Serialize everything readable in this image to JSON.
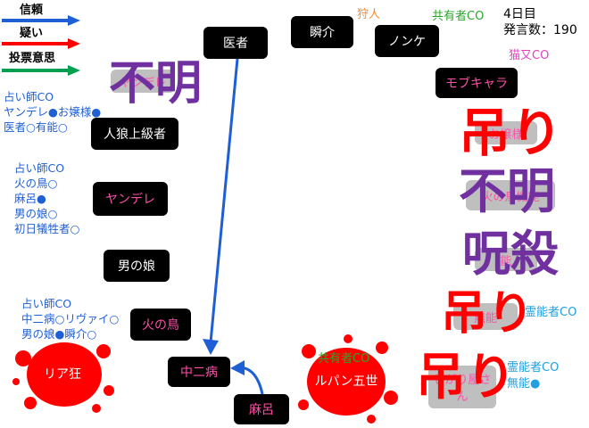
{
  "legend": {
    "trust_label": "信頼",
    "doubt_label": "疑い",
    "vote_label": "投票意思",
    "colors": {
      "trust": "#1f5fd6",
      "doubt": "#ff0000",
      "vote": "#00a050"
    }
  },
  "status": {
    "day": "4日目",
    "remarks": "発言数：190"
  },
  "players": {
    "isha": "医者",
    "shunsuke": "瞬介",
    "nonke": "ノンケ",
    "mob": "モブキャラ",
    "jinrou": "人狼上級者",
    "yandere": "ヤンデレ",
    "otokonoko": "男の娘",
    "hinotori": "火の鳥",
    "chuuni": "中二病",
    "mamaro": "麻呂",
    "lupin": "ルパン五世",
    "riakyou": "リア狂",
    "gray1": "ヤンデレ",
    "gray2": "お嬢様",
    "gray3": "火の鳥機能",
    "gray4": "能",
    "gray5": "無能",
    "gray6": "しがり屋さん"
  },
  "roles": {
    "hunter": "狩人",
    "freemason": "共有者CO",
    "nekomata": "猫又CO",
    "medium1": "霊能者CO",
    "medium2": "霊能者CO",
    "medium2_result": "無能●",
    "freemason2": "共有者CO"
  },
  "claims": {
    "left1": {
      "head": "占い師CO",
      "lines": [
        "ヤンデレ●お嬢様●",
        "医者○有能○"
      ]
    },
    "left2": {
      "head": "占い師CO",
      "lines": [
        "火の鳥○",
        "麻呂●",
        "男の娘○",
        "初日犠牲者○"
      ]
    },
    "left3": {
      "head": "占い師CO",
      "lines": [
        "中二病○リヴァイ○",
        "男の娘●瞬介○"
      ]
    }
  },
  "stamps": {
    "unknown1": "不明",
    "hang1": "吊り",
    "unknown2": "不明",
    "curse": "呪殺",
    "hang2": "吊り",
    "hang3": "吊り"
  }
}
